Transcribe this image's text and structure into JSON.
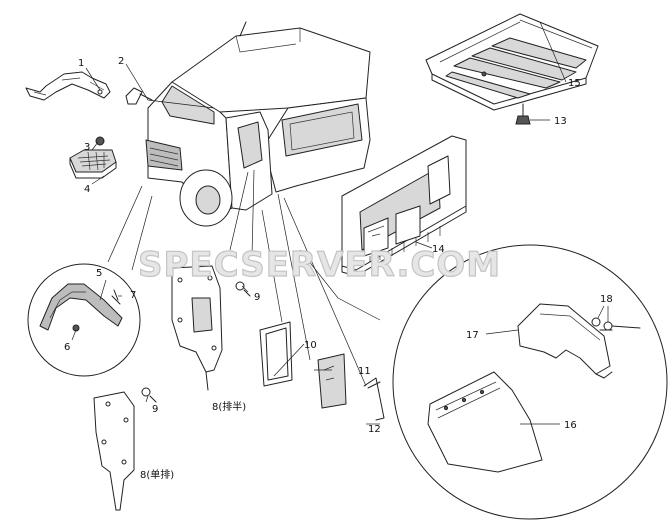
{
  "watermark": "SPECSERVER.COM",
  "callouts": {
    "c1": "1",
    "c2": "2",
    "c3": "3",
    "c4": "4",
    "c5": "5",
    "c6": "6",
    "c7": "7",
    "c8_bottom": "8(单排)",
    "c8_mid": "8(排半)",
    "c9_mid": "9",
    "c9_bottom": "9",
    "c10": "10",
    "c11": "11",
    "c12": "12",
    "c13": "13",
    "c14": "14",
    "c15": "15",
    "c16": "16",
    "c17": "17",
    "c18": "18"
  }
}
